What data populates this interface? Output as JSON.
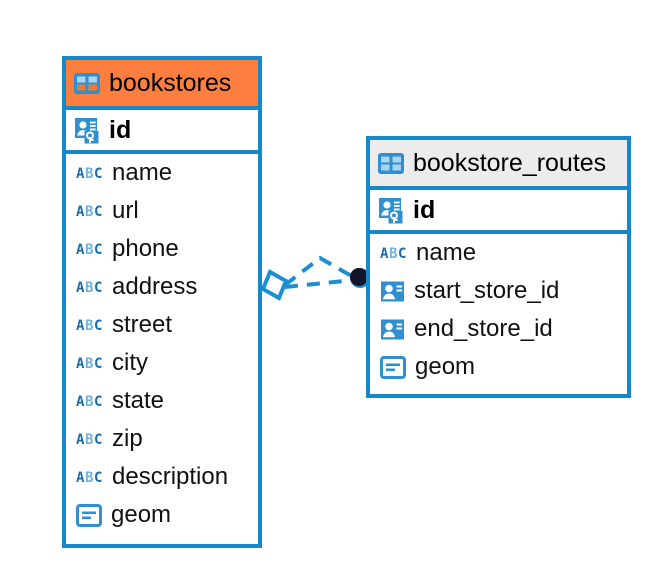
{
  "diagram": {
    "type": "entity-relationship-diagram",
    "colors": {
      "accent_blue": "#1488c8",
      "header_orange": "#fc7f3f",
      "header_gray": "#ececec",
      "endpoint_dark": "#141428",
      "background": "#ffffff"
    },
    "tables": [
      {
        "name": "bookstores",
        "header_style": "orange",
        "table_icon": "table-icon",
        "primary_key": {
          "label": "id",
          "icon": "primary-key-icon"
        },
        "fields": [
          {
            "label": "name",
            "icon": "abc-text-icon",
            "type": "ABC"
          },
          {
            "label": "url",
            "icon": "abc-text-icon",
            "type": "ABC"
          },
          {
            "label": "phone",
            "icon": "abc-text-icon",
            "type": "ABC"
          },
          {
            "label": "address",
            "icon": "abc-text-icon",
            "type": "ABC"
          },
          {
            "label": "street",
            "icon": "abc-text-icon",
            "type": "ABC"
          },
          {
            "label": "city",
            "icon": "abc-text-icon",
            "type": "ABC"
          },
          {
            "label": "state",
            "icon": "abc-text-icon",
            "type": "ABC"
          },
          {
            "label": "zip",
            "icon": "abc-text-icon",
            "type": "ABC"
          },
          {
            "label": "description",
            "icon": "abc-text-icon",
            "type": "ABC"
          },
          {
            "label": "geom",
            "icon": "geometry-icon",
            "type": "GEOM"
          }
        ]
      },
      {
        "name": "bookstore_routes",
        "header_style": "gray",
        "table_icon": "table-icon",
        "primary_key": {
          "label": "id",
          "icon": "primary-key-icon"
        },
        "fields": [
          {
            "label": "name",
            "icon": "abc-text-icon",
            "type": "ABC"
          },
          {
            "label": "start_store_id",
            "icon": "foreign-key-icon",
            "type": "FK"
          },
          {
            "label": "end_store_id",
            "icon": "foreign-key-icon",
            "type": "FK"
          },
          {
            "label": "geom",
            "icon": "geometry-icon",
            "type": "GEOM"
          }
        ]
      }
    ],
    "relationship": {
      "from_table": "bookstores",
      "to_table": "bookstore_routes",
      "line_style": "dashed",
      "source_marker": "diamond-marker",
      "target_marker": "filled-circle-marker",
      "branch_count": 2
    }
  }
}
